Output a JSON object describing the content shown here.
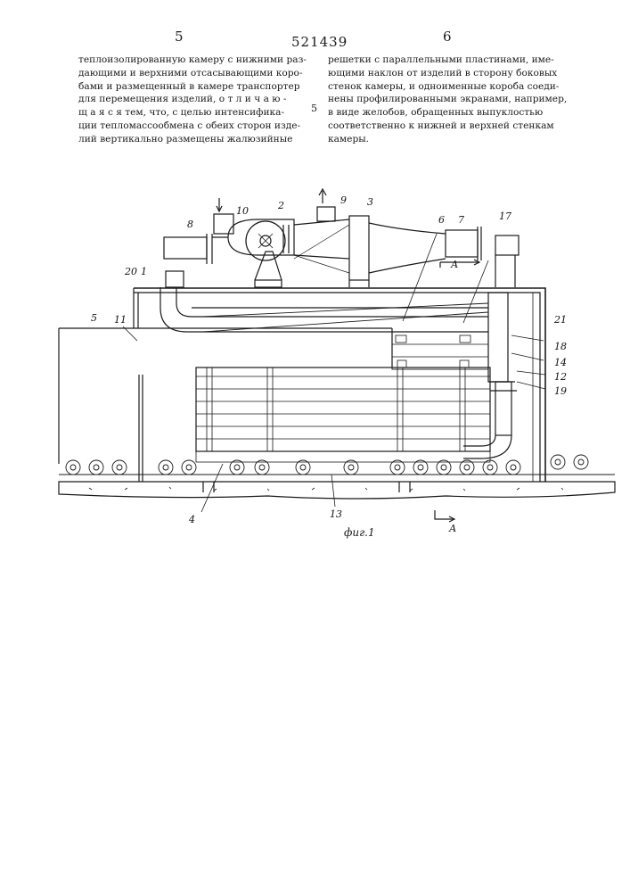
{
  "header": {
    "page_left": "5",
    "page_right": "6",
    "patent_number": "521439",
    "line_marker": "5"
  },
  "columns": {
    "left": [
      "теплоизолированную камеру с нижними раз-",
      "дающими и верхними отсасывающими коро-",
      "бами и размещенный в камере транспортер",
      "для перемещения изделий,  о т л и ч а ю -",
      "щ а я с я  тем, что, с целью интенсифика-",
      "ции тепломассообмена с обеих сторон изде-",
      "лий вертикально размещены жалюзийные"
    ],
    "right": [
      "решетки с параллельными пластинами, име-",
      "ющими наклон от изделий в сторону боковых",
      "стенок камеры, и одноименные короба соеди-",
      "нены профилированными экранами, например,",
      "в виде желобов, обращенных выпуклостью",
      "соответственно к нижней и верхней стенкам",
      "камеры."
    ]
  },
  "figure": {
    "caption": "фиг.1",
    "section_mark": "А",
    "labels": {
      "n1": "1",
      "n2": "2",
      "n3": "3",
      "n4": "4",
      "n5": "5",
      "n6": "6",
      "n7": "7",
      "n8": "8",
      "n9": "9",
      "n10": "10",
      "n11": "11",
      "n12": "12",
      "n13": "13",
      "n14": "14",
      "n17": "17",
      "n18": "18",
      "n19": "19",
      "n20": "20",
      "n21": "21"
    }
  }
}
